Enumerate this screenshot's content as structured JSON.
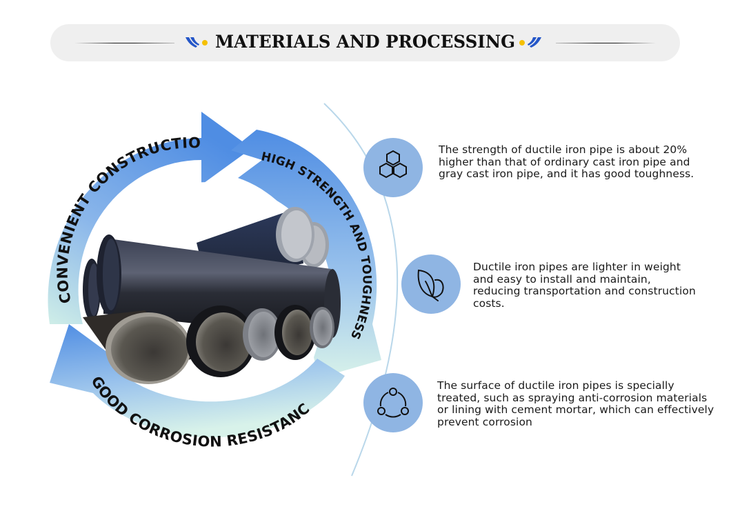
{
  "header": {
    "title": "MATERIALS AND PROCESSING",
    "left_decoration_icon": "swoosh-dot-icon",
    "right_decoration_icon": "dot-swoosh-icon"
  },
  "cycle_diagram": {
    "image_alt": "Ductile iron pipes stacked",
    "arrows": [
      {
        "label": "CONVENIENT CONSTRUCTION"
      },
      {
        "label": "HIGH STRENGTH AND TOUGHNESS"
      },
      {
        "label": "GOOD CORROSION RESISTANCE"
      }
    ]
  },
  "features": [
    {
      "icon": "hexagons-icon",
      "text": "The strength of ductile iron pipe is about 20% higher than that of ordinary cast iron pipe and gray cast iron pipe, and it has good toughness."
    },
    {
      "icon": "leaf-icon",
      "text": "Ductile iron pipes are lighter in weight and easy to install and maintain, reducing transportation and construction costs."
    },
    {
      "icon": "cycle-nodes-icon",
      "text": "The surface of ductile iron pipes is specially treated, such as spraying anti-corrosion materials or lining with cement mortar, which can effectively prevent corrosion"
    }
  ],
  "colors": {
    "header_bg": "#efefef",
    "arrow_blue": "#4f8de3",
    "arrow_mint": "#d6f1ea",
    "icon_circle": "#8fb5e3",
    "accent_yellow": "#f5c000",
    "accent_blue": "#2456c8"
  }
}
